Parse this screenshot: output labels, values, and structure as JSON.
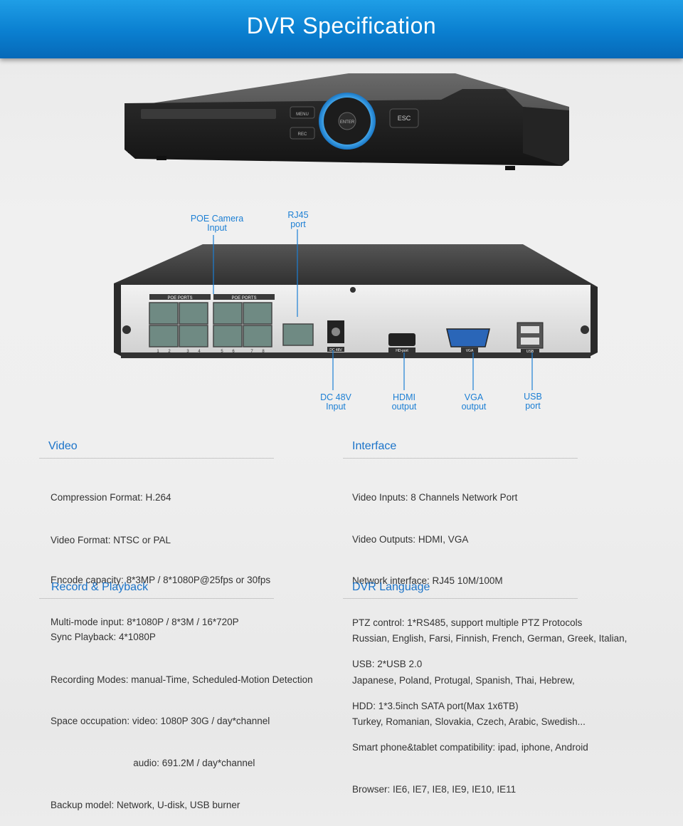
{
  "header": {
    "title": "DVR Specification"
  },
  "front_panel": {
    "menu_label": "MENU",
    "rec_label": "REC",
    "enter_label": "ENTER",
    "esc_label": "ESC"
  },
  "rear_panel": {
    "poe_ports_label": "POE PORTS",
    "poe_ports_label_2": "POE PORTS",
    "port_numbers": [
      "1",
      "2",
      "3",
      "4",
      "5",
      "6",
      "7",
      "8"
    ],
    "dc_label": "DC 48V",
    "hdmi_label": "HD-port",
    "vga_label": "VGA",
    "usb_label": "USB"
  },
  "callouts": {
    "poe": [
      "POE Camera",
      "Input"
    ],
    "rj45": [
      "RJ45",
      "port"
    ],
    "dc": [
      "DC 48V",
      "Input"
    ],
    "hdmi": [
      "HDMI",
      "output"
    ],
    "vga": [
      "VGA",
      "output"
    ],
    "usb": [
      "USB",
      "port"
    ]
  },
  "sections": {
    "video": {
      "title": "Video",
      "lines": [
        "Compression Format: H.264",
        "Video Format: NTSC or PAL",
        "Encode capacity: 8*3MP / 8*1080P@25fps or 30fps",
        "Multi-mode input: 8*1080P / 8*3M / 16*720P"
      ]
    },
    "interface": {
      "title": "Interface",
      "lines": [
        "Video Inputs: 8 Channels Network Port",
        "Video Outputs: HDMI, VGA",
        "Network interface: RJ45 10M/100M",
        "PTZ control: 1*RS485, support multiple PTZ Protocols",
        "USB: 2*USB 2.0",
        "HDD: 1*3.5inch SATA port(Max 1x6TB)",
        "Smart phone&tablet compatibility: ipad, iphone, Android",
        "Browser: IE6, IE7, IE8, IE9, IE10, IE11"
      ]
    },
    "record": {
      "title": "Record & Playback",
      "lines": [
        "Sync Playback: 4*1080P",
        "Recording Modes: manual-Time, Scheduled-Motion Detection",
        "Space occupation: video: 1080P 30G / day*channel",
        "                               audio: 691.2M / day*channel",
        "Backup model: Network, U-disk, USB burner"
      ]
    },
    "language": {
      "title": "DVR Language",
      "lines": [
        "Russian, English, Farsi, Finnish, French, German, Greek, Italian,",
        "Japanese, Poland, Protugal, Spanish, Thai, Hebrew,",
        "Turkey, Romanian, Slovakia, Czech, Arabic, Swedish..."
      ]
    }
  }
}
